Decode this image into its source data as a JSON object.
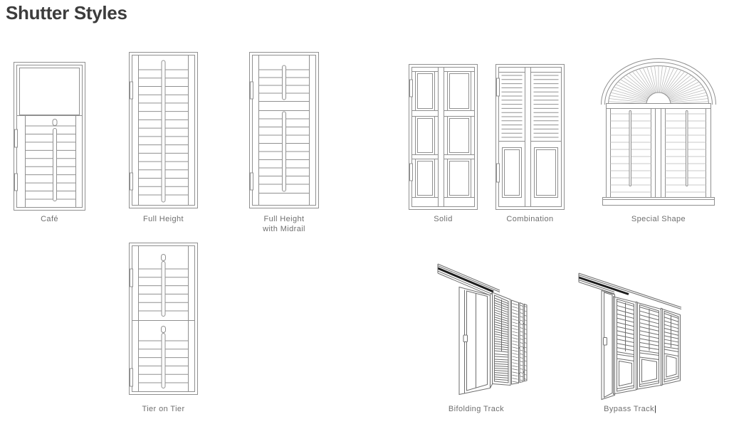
{
  "title": "Shutter Styles",
  "colors": {
    "background": "#ffffff",
    "title_text": "#3c3c3c",
    "caption_text": "#6f6f6f",
    "drawing_line": "#909090",
    "drawing_line_dark": "#6e6e6e",
    "light_louver_line": "#c9c9c9",
    "track_bar": "#1d1d1d"
  },
  "styles": [
    {
      "id": "cafe",
      "label": "Café"
    },
    {
      "id": "full-height",
      "label": "Full Height"
    },
    {
      "id": "full-height-with-midrail",
      "label": "Full Height",
      "label2": "with Midrail"
    },
    {
      "id": "solid",
      "label": "Solid"
    },
    {
      "id": "combination",
      "label": "Combination"
    },
    {
      "id": "special-shape",
      "label": "Special Shape"
    },
    {
      "id": "tier-on-tier",
      "label": "Tier on Tier"
    },
    {
      "id": "bifolding-track",
      "label": "Bifolding Track"
    },
    {
      "id": "bypass-track",
      "label": "Bypass Track",
      "caret": "|"
    }
  ]
}
